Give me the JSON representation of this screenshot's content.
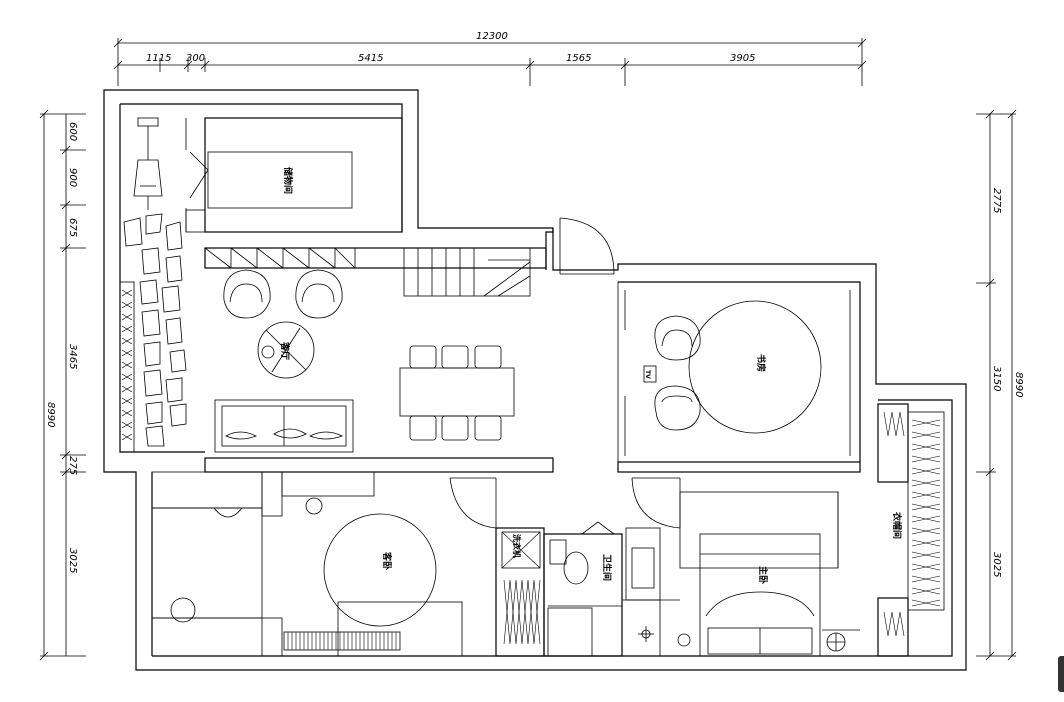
{
  "dimensions": {
    "top_total": "12300",
    "top_segments": [
      "1115",
      "300",
      "5415",
      "1565",
      "3905"
    ],
    "left_total": "8990",
    "left_segments": [
      "600",
      "900",
      "675",
      "3465",
      "275",
      "3025"
    ],
    "right_total": "8990",
    "right_segments": [
      "2775",
      "3150",
      "3025"
    ]
  },
  "rooms": {
    "storage": "储物间",
    "living": "客厅",
    "study": "书房",
    "guest_bedroom": "客卧",
    "laundry": "洗衣机",
    "bathroom": "卫生间",
    "master_bedroom": "主卧",
    "closet": "衣帽间",
    "tv_label": "TV"
  }
}
